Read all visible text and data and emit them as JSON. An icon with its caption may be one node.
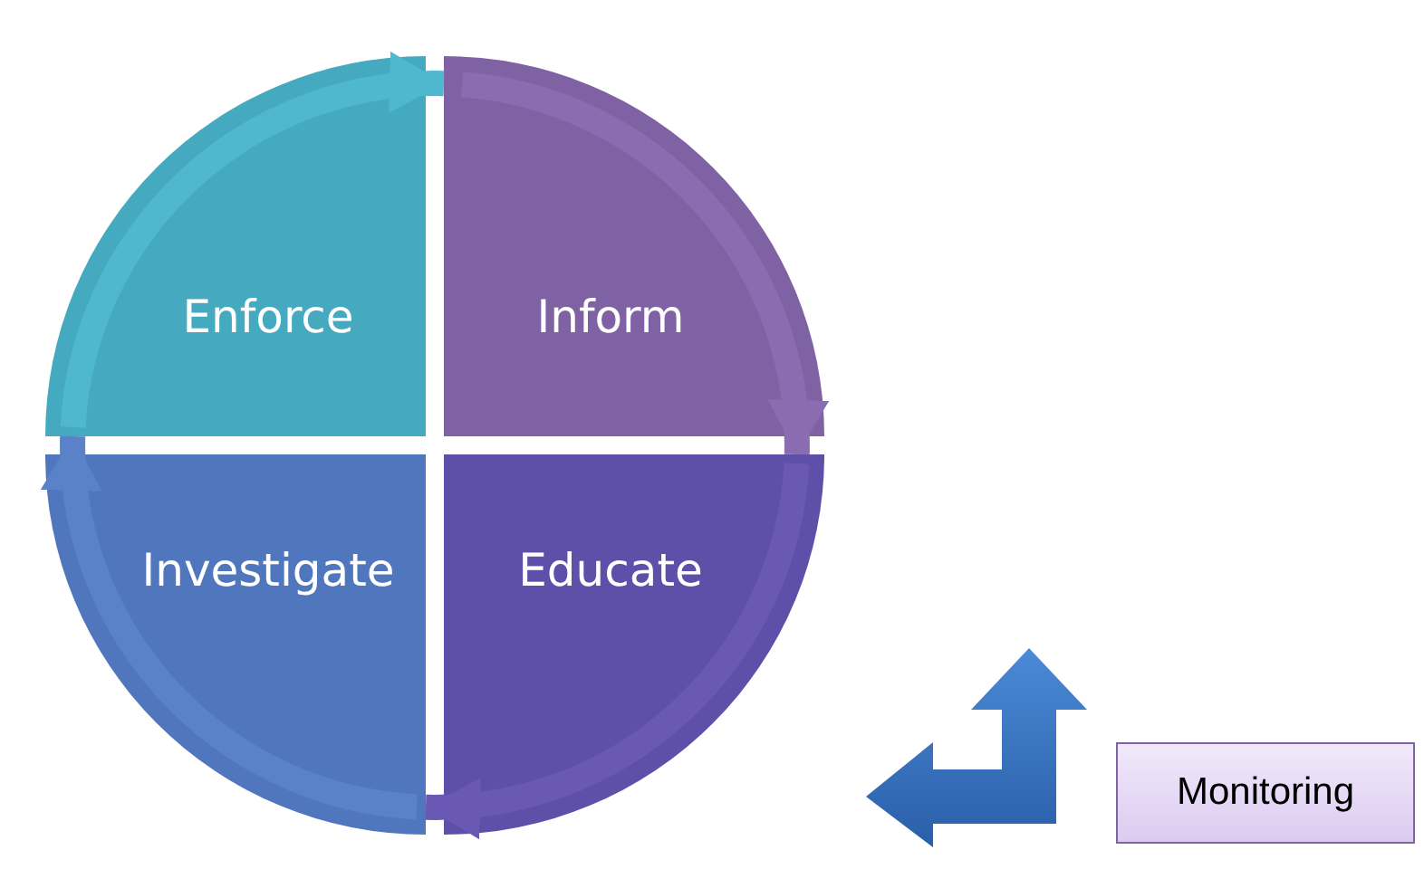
{
  "diagram": {
    "nodes": [
      {
        "text": [
          "Enforce"
        ]
      },
      {
        "text": [
          "Inform"
        ]
      },
      {
        "text": [
          "Educate"
        ]
      },
      {
        "text": [
          "Investigate"
        ]
      },
      {
        "text": [
          "Monitoring"
        ]
      }
    ],
    "edges": [
      {
        "from": 0,
        "to": 1,
        "arrow": "to",
        "color": "#4fb8cf"
      },
      {
        "from": 1,
        "to": 2,
        "arrow": "to",
        "color": "#8a6db0"
      },
      {
        "from": 2,
        "to": 3,
        "arrow": "to",
        "color": "#6a58b5"
      },
      {
        "from": 3,
        "to": 0,
        "arrow": "to",
        "color": "#5a82c8"
      }
    ]
  }
}
